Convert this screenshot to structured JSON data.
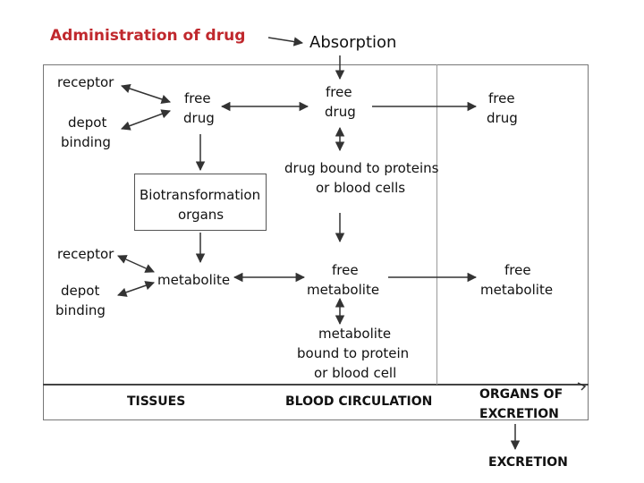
{
  "colors": {
    "title": "#c0282d",
    "line": "#333333"
  },
  "title": "Administration of drug",
  "absorption": "Absorption",
  "tissues": {
    "receptor": "receptor",
    "depot": "depot",
    "binding": "binding",
    "free_drug_1": "free",
    "free_drug_2": "drug",
    "biotrans_1": "Biotransformation",
    "biotrans_2": "organs",
    "receptor2": "receptor",
    "depot2": "depot",
    "binding2": "binding",
    "metabolite": "metabolite",
    "label": "TISSUES"
  },
  "blood": {
    "free_drug_1": "free",
    "free_drug_2": "drug",
    "bound_1": "drug bound to proteins",
    "bound_2": "or blood cells",
    "free_met_1": "free",
    "free_met_2": "metabolite",
    "met_bound_1": "metabolite",
    "met_bound_2": "bound to protein",
    "met_bound_3": "or blood cell",
    "label": "BLOOD CIRCULATION"
  },
  "excretion_organs": {
    "free_drug_1": "free",
    "free_drug_2": "drug",
    "free_met_1": "free",
    "free_met_2": "metabolite",
    "label_1": "ORGANS OF",
    "label_2": "EXCRETION"
  },
  "excretion": "EXCRETION"
}
